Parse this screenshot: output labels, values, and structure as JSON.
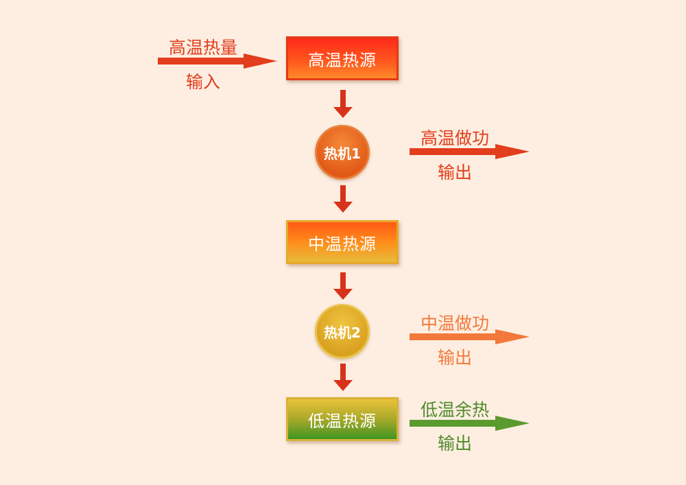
{
  "boxes": {
    "high": "高温热源",
    "mid": "中温热源",
    "low": "低温热源"
  },
  "engines": {
    "one": "热机1",
    "two": "热机2"
  },
  "input": {
    "line1": "高温热量",
    "line2": "输入"
  },
  "outputs": {
    "high": {
      "line1": "高温做功",
      "line2": "输出"
    },
    "mid": {
      "line1": "中温做功",
      "line2": "输出"
    },
    "low": {
      "line1": "低温余热",
      "line2": "输出"
    }
  },
  "colors": {
    "background": "#fdeee1",
    "red": "#e23d1c",
    "orange": "#f2793a",
    "green": "#4f8a2a",
    "flow_arrow": "#d9321a"
  }
}
